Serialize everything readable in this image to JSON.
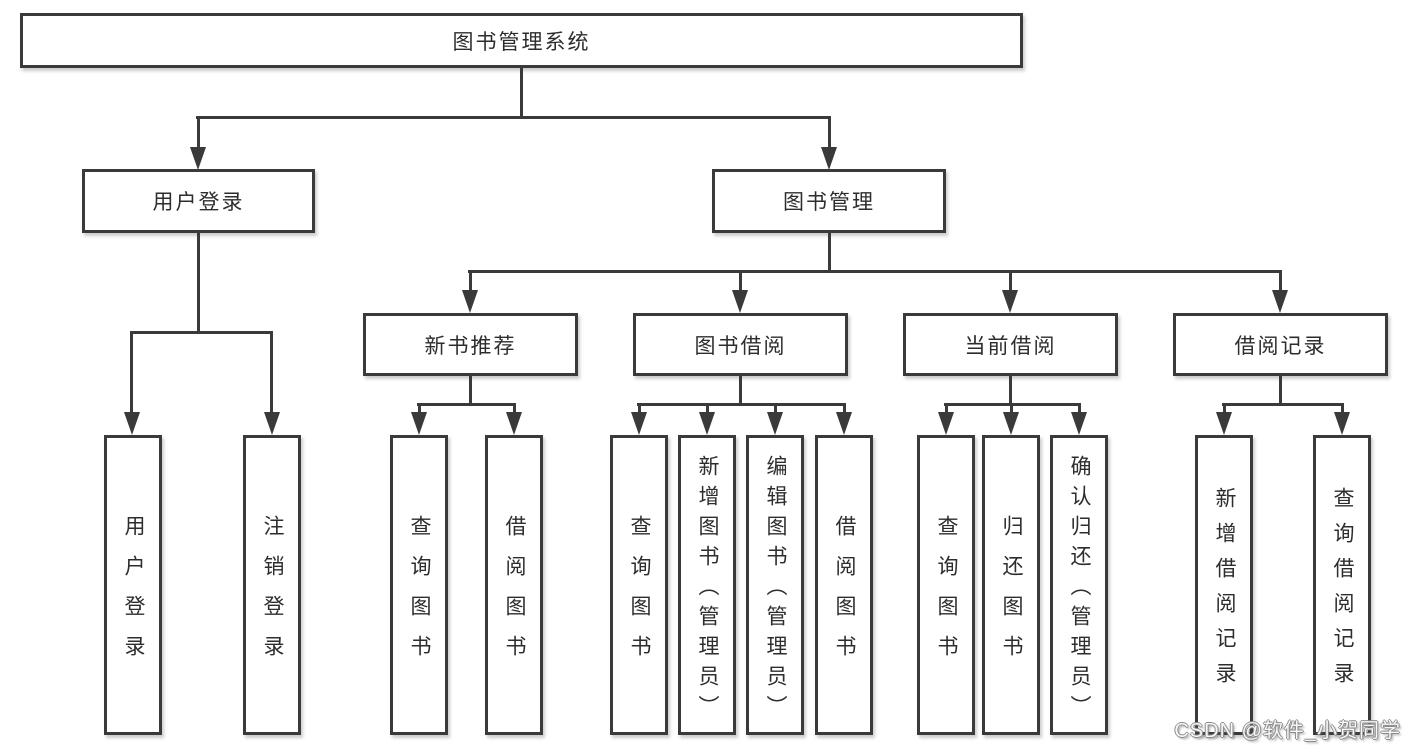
{
  "diagram": {
    "root": {
      "label": "图书管理系统"
    },
    "branches": [
      {
        "label": "用户登录",
        "children": [
          {
            "label": "用户登录"
          },
          {
            "label": "注销登录"
          }
        ]
      },
      {
        "label": "图书管理",
        "children": [
          {
            "label": "新书推荐",
            "children": [
              {
                "label": "查询图书"
              },
              {
                "label": "借阅图书"
              }
            ]
          },
          {
            "label": "图书借阅",
            "children": [
              {
                "label": "查询图书"
              },
              {
                "label": "新增图书（管理员）"
              },
              {
                "label": "编辑图书（管理员）"
              },
              {
                "label": "借阅图书"
              }
            ]
          },
          {
            "label": "当前借阅",
            "children": [
              {
                "label": "查询图书"
              },
              {
                "label": "归还图书"
              },
              {
                "label": "确认归还（管理员）"
              }
            ]
          },
          {
            "label": "借阅记录",
            "children": [
              {
                "label": "新增借阅记录"
              },
              {
                "label": "查询借阅记录"
              }
            ]
          }
        ]
      }
    ]
  },
  "watermark": {
    "text": "CSDN @软件_小贺同学"
  },
  "colors": {
    "background": "#ffffff",
    "box_fill": "#ffffff",
    "box_border": "#3a3a3a",
    "line": "#3a3a3a",
    "text": "#2d2d2d",
    "watermark_fill": "#f7f7f7",
    "watermark_outline": "#8a8a8a"
  }
}
